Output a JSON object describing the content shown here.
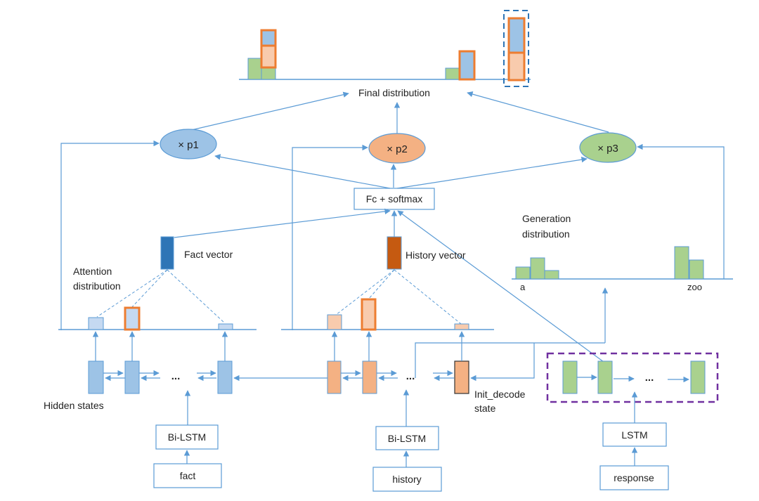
{
  "title": "Fact / History / Response copy-generation architecture",
  "colors": {
    "line": "#5b9bd5",
    "blue_fill": "#9dc3e6",
    "blue_light": "#c5d9f1",
    "orange_fill": "#f4b183",
    "orange_light": "#f8cbad",
    "orange_border": "#ed7d31",
    "green_fill": "#a9d18e",
    "fact_vector": "#2e75b6",
    "history_vector": "#c55a11",
    "purple_dash": "#7030a0",
    "blue_dash": "#2e75b6"
  },
  "final_distribution": {
    "label": "Final distribution"
  },
  "mixers": [
    {
      "id": "p1",
      "label": "× p1"
    },
    {
      "id": "p2",
      "label": "× p2"
    },
    {
      "id": "p3",
      "label": "× p3"
    }
  ],
  "fc_softmax": {
    "label": "Fc + softmax"
  },
  "fact_vector": {
    "label": "Fact vector"
  },
  "history_vector": {
    "label": "History vector"
  },
  "attention_distribution": {
    "label_line1": "Attention",
    "label_line2": "distribution"
  },
  "generation_distribution": {
    "label_line1": "Generation",
    "label_line2": "distribution",
    "first_token": "a",
    "last_token": "zoo"
  },
  "hidden_states": {
    "label": "Hidden states"
  },
  "ellipsis": "...",
  "init_decode": {
    "label_line1": "Init_decode",
    "label_line2": "state"
  },
  "encoders": [
    {
      "id": "fact",
      "encoder": "Bi-LSTM",
      "input": "fact"
    },
    {
      "id": "history",
      "encoder": "Bi-LSTM",
      "input": "history"
    },
    {
      "id": "response",
      "encoder": "LSTM",
      "input": "response"
    }
  ]
}
